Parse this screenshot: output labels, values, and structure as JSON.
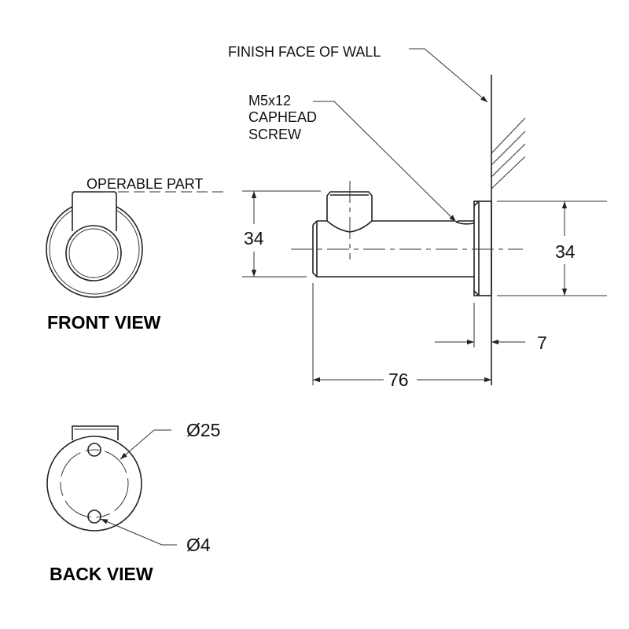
{
  "labels": {
    "finish_face": "FINISH FACE OF WALL",
    "screw_line1": "M5x12",
    "screw_line2": "CAPHEAD",
    "screw_line3": "SCREW",
    "operable_part": "OPERABLE PART",
    "front_view": "FRONT VIEW",
    "back_view": "BACK VIEW"
  },
  "dimensions": {
    "height_left": "34",
    "height_right": "34",
    "flange_thickness": "7",
    "projection": "76",
    "bolt_circle": "Ø25",
    "hole_dia": "Ø4"
  }
}
